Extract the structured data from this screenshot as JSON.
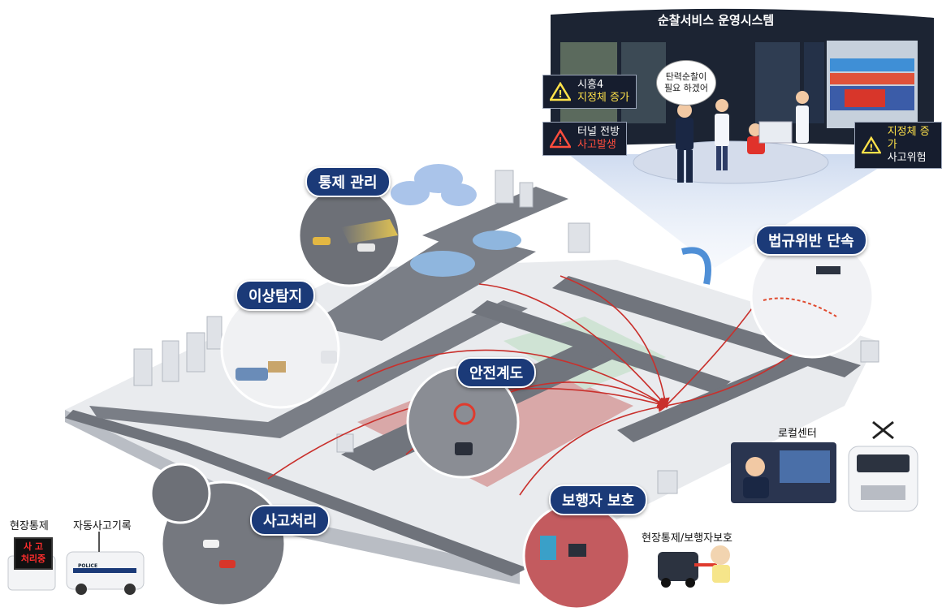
{
  "system_title": "순찰서비스 운영시스템",
  "speech_bubble": "탄력순찰이\n필요 하겠어",
  "alerts": [
    {
      "line1": "시흥4",
      "line2": "지정체 증가",
      "color1": "#ffffff",
      "color2": "#ffe24a",
      "icon": "warning-triangle-yellow-icon"
    },
    {
      "line1": "터널 전방",
      "line2": "사고발생",
      "color1": "#ffffff",
      "color2": "#ff4d3d",
      "icon": "warning-triangle-red-icon"
    },
    {
      "line1": "지정체 증가",
      "line2": "사고위험",
      "color1": "#ffe24a",
      "color2": "#ffffff",
      "icon": "warning-triangle-yellow-icon"
    }
  ],
  "services": {
    "control": "통제 관리",
    "anomaly": "이상탐지",
    "safety": "안전계도",
    "violation": "법규위반 단속",
    "pedestrian": "보행자 보호",
    "accident": "사고처리"
  },
  "labels": {
    "local_center": "로컬센터",
    "site_control": "현장통제",
    "auto_record": "자동사고기록",
    "site_pedestrian": "현장통제/보행자보호"
  },
  "vehicle_sign": "사 고\n처리중",
  "police_text": "POLICE",
  "colors": {
    "pill": "#1b3a78",
    "road": "#6f737b",
    "plaza": "#d9a8a8",
    "link_arrow": "#c9302c",
    "dashboard": "#1c2433"
  }
}
